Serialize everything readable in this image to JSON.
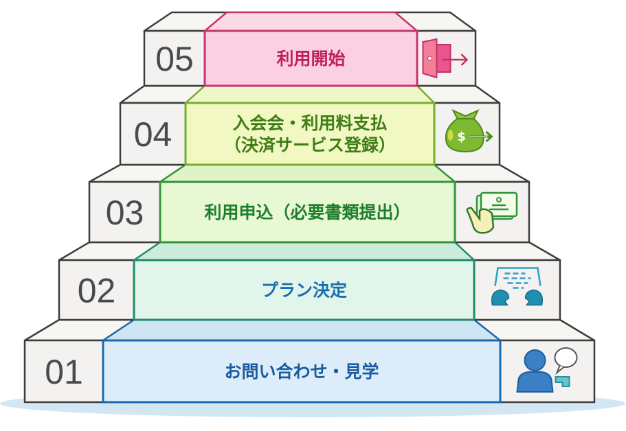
{
  "steps": [
    {
      "number": "01",
      "label_lines": [
        "お問い合わせ・見学"
      ],
      "icon": "person-chat-icon",
      "colors": {
        "fill": "#dcedf9",
        "tread": "#cfe5f3",
        "stroke": "#1a68ac",
        "text": "#1a5aa0"
      }
    },
    {
      "number": "02",
      "label_lines": [
        "プラン決定"
      ],
      "icon": "consultation-icon",
      "colors": {
        "fill": "#e2f5ea",
        "tread": "#cdebdb",
        "stroke": "#218a6c",
        "text": "#1a6fb0"
      }
    },
    {
      "number": "03",
      "label_lines": [
        "利用申込（必要書類提出）"
      ],
      "icon": "hand-documents-icon",
      "colors": {
        "fill": "#e7f8d2",
        "tread": "#def4c6",
        "stroke": "#2f9438",
        "text": "#1f7d2e"
      }
    },
    {
      "number": "04",
      "label_lines": [
        "入会会・利用料支払",
        "（決済サービス登録）"
      ],
      "icon": "money-bag-icon",
      "colors": {
        "fill": "#f1f8c2",
        "tread": "#eef7c8",
        "stroke": "#76ad2e",
        "text": "#3f7d17"
      }
    },
    {
      "number": "05",
      "label_lines": [
        "利用開始"
      ],
      "icon": "door-exit-icon",
      "colors": {
        "fill": "#fbd1e2",
        "tread": "#fbdae6",
        "stroke": "#c9336f",
        "text": "#c01f5d"
      }
    }
  ],
  "theme": {
    "side_fill": "#f3f2f0",
    "tread_fill": "#f7f6f3",
    "shadow": "#d3e6f4"
  }
}
